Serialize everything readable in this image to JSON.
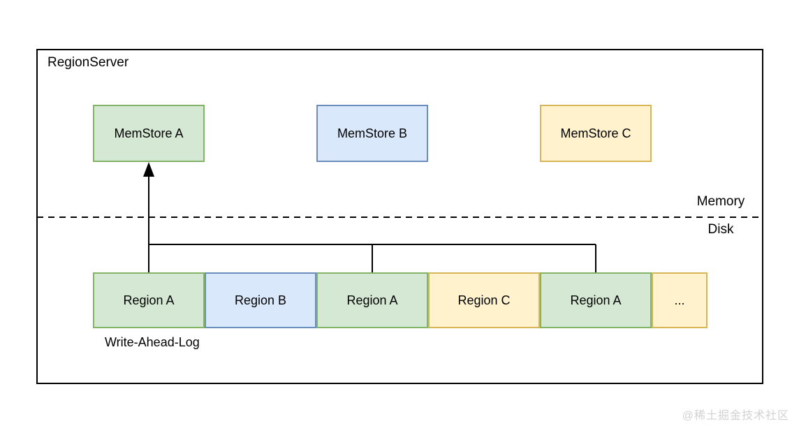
{
  "diagram": {
    "title": "RegionServer",
    "labels": {
      "memory": "Memory",
      "disk": "Disk",
      "wal": "Write-Ahead-Log"
    },
    "memstores": [
      {
        "label": "MemStore A",
        "color": "green"
      },
      {
        "label": "MemStore B",
        "color": "blue"
      },
      {
        "label": "MemStore C",
        "color": "yellow"
      }
    ],
    "wal_segments": [
      {
        "label": "Region A",
        "color": "green"
      },
      {
        "label": "Region B",
        "color": "blue"
      },
      {
        "label": "Region A",
        "color": "green"
      },
      {
        "label": "Region C",
        "color": "yellow"
      },
      {
        "label": "Region A",
        "color": "green"
      },
      {
        "label": "...",
        "color": "yellow"
      }
    ],
    "colors": {
      "green": {
        "fill": "#d5e8d4",
        "border": "#82b366"
      },
      "blue": {
        "fill": "#dae8fc",
        "border": "#6c8ebf"
      },
      "yellow": {
        "fill": "#fff2cc",
        "border": "#d6b656"
      }
    },
    "line_color": "#000000"
  },
  "watermark": "@稀土掘金技术社区"
}
